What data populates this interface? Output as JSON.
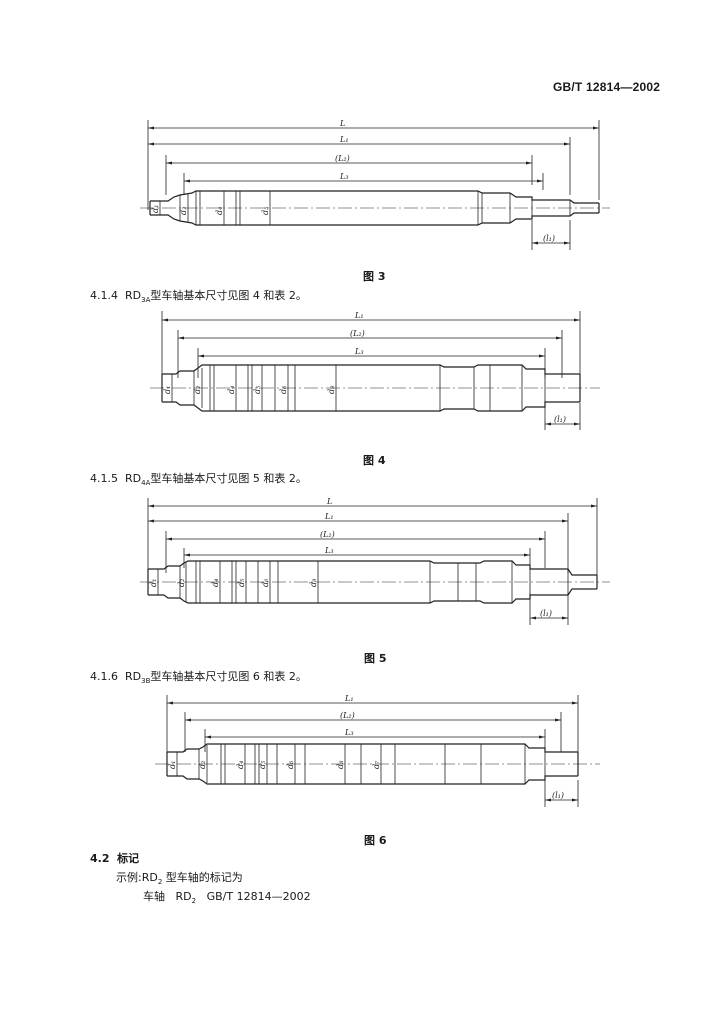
{
  "header": {
    "standard": "GB/T 12814—2002"
  },
  "figures": [
    {
      "caption": "图 3",
      "dims": {
        "L": "L",
        "L1": "L₁",
        "L2": "(L₂)",
        "L3": "L₃",
        "l1": "(l₁)"
      },
      "diameters": [
        "d₁",
        "d₃",
        "d₄",
        "d₅"
      ]
    },
    {
      "caption": "图 4",
      "dims": {
        "L1": "L₁",
        "L2": "(L₂)",
        "L3": "L₃",
        "l1": "(l₁)"
      },
      "diameters": [
        "d₁",
        "d₂",
        "d₄",
        "d₅",
        "d₆",
        "d₈"
      ]
    },
    {
      "caption": "图 5",
      "dims": {
        "L": "L",
        "L1": "L₁",
        "L2": "(L₂)",
        "L3": "L₃",
        "l1": "(l₁)"
      },
      "diameters": [
        "d₁",
        "d₂",
        "d₄",
        "d₅",
        "d₆",
        "d₈"
      ]
    },
    {
      "caption": "图 6",
      "dims": {
        "L1": "L₁",
        "L2": "(L₂)",
        "L3": "L₃",
        "l1": "(l₁)"
      },
      "diameters": [
        "d₁",
        "d₂",
        "d₄",
        "d₅",
        "d₆",
        "d₈",
        "d₇"
      ]
    }
  ],
  "sections": [
    {
      "num": "4.1.4",
      "type": "RD",
      "sub": "3A",
      "text": "型车轴基本尺寸见图 4 和表 2。"
    },
    {
      "num": "4.1.5",
      "type": "RD",
      "sub": "4A",
      "text": "型车轴基本尺寸见图 5 和表 2。"
    },
    {
      "num": "4.1.6",
      "type": "RD",
      "sub": "3B",
      "text": "型车轴基本尺寸见图 6 和表 2。"
    }
  ],
  "marking": {
    "heading_num": "4.2",
    "heading": "标记",
    "example_prefix": "示例:RD",
    "example_sub": "2",
    "example_suffix": " 型车轴的标记为",
    "mark_name": "车轴",
    "mark_type": "RD",
    "mark_sub": "2",
    "mark_std": "GB/T 12814—2002"
  }
}
